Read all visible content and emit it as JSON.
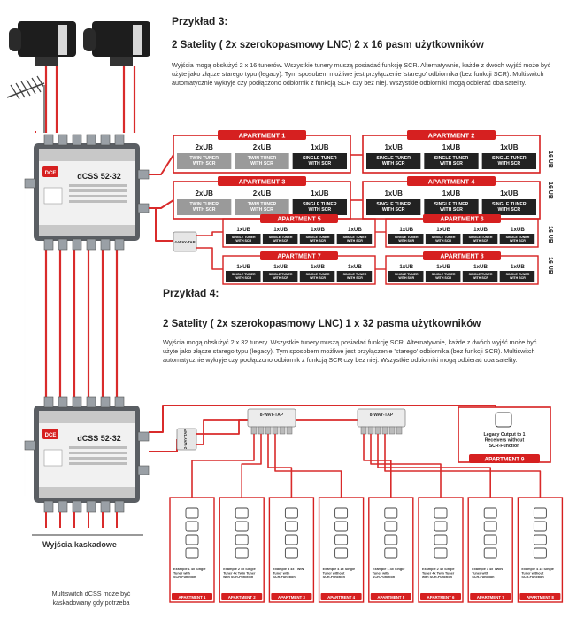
{
  "example3": {
    "heading": "Przykład 3:",
    "title": "2 Satelity ( 2x szerokopasmowy LNC) 2 x 16 pasm użytkowników",
    "description": "Wyjścia mogą obsłużyć 2 x 16 tunerów. Wszystkie tunery muszą posiadać funkcję SCR. Alternatywnie, każde z dwóch wyjść może być użyte jako złącze starego typu (legacy). Tym sposobem możliwe jest przyłączenie 'starego' odbiornika (bez funkcji SCR). Multiswitch automatycznie wykryje czy podłączono odbiornik z funkcją SCR czy bez niej. Wszystkie odbiorniki mogą odbierać oba satelity.",
    "bus_label": "16 UB",
    "tap_label": "4-WAY-TAP",
    "apartments_large": [
      {
        "title": "APARTMENT 1",
        "units": [
          {
            "ub": "2xUB",
            "type": "TWIN TUNER WITH SCR",
            "style": "grey"
          },
          {
            "ub": "2xUB",
            "type": "TWIN TUNER WITH SCR",
            "style": "grey"
          },
          {
            "ub": "1xUB",
            "type": "SINGLE TUNER WITH SCR",
            "style": "dark"
          }
        ]
      },
      {
        "title": "APARTMENT 2",
        "units": [
          {
            "ub": "1xUB",
            "type": "SINGLE TUNER WITH SCR",
            "style": "dark"
          },
          {
            "ub": "1xUB",
            "type": "SINGLE TUNER WITH SCR",
            "style": "dark"
          },
          {
            "ub": "1xUB",
            "type": "SINGLE TUNER WITH SCR",
            "style": "dark"
          }
        ]
      },
      {
        "title": "APARTMENT 3",
        "units": [
          {
            "ub": "2xUB",
            "type": "TWIN TUNER WITH SCR",
            "style": "grey"
          },
          {
            "ub": "2xUB",
            "type": "TWIN TUNER WITH SCR",
            "style": "grey"
          },
          {
            "ub": "1xUB",
            "type": "SINGLE TUNER WITH SCR",
            "style": "dark"
          }
        ]
      },
      {
        "title": "APARTMENT 4",
        "units": [
          {
            "ub": "1xUB",
            "type": "SINGLE TUNER WITH SCR",
            "style": "dark"
          },
          {
            "ub": "1xUB",
            "type": "SINGLE TUNER WITH SCR",
            "style": "dark"
          },
          {
            "ub": "1xUB",
            "type": "SINGLE TUNER WITH SCR",
            "style": "dark"
          }
        ]
      }
    ],
    "apartments_small": [
      {
        "title": "APARTMENT 5",
        "units": [
          {
            "ub": "1xUB",
            "type": "SINGLE TUNER WITH SCR"
          },
          {
            "ub": "1xUB",
            "type": "SINGLE TUNER WITH SCR"
          },
          {
            "ub": "1xUB",
            "type": "SINGLE TUNER WITH SCR"
          },
          {
            "ub": "1xUB",
            "type": "SINGLE TUNER WITH SCR"
          }
        ]
      },
      {
        "title": "APARTMENT 6",
        "units": [
          {
            "ub": "1xUB",
            "type": "SINGLE TUNER WITH SCR"
          },
          {
            "ub": "1xUB",
            "type": "SINGLE TUNER WITH SCR"
          },
          {
            "ub": "1xUB",
            "type": "SINGLE TUNER WITH SCR"
          },
          {
            "ub": "1xUB",
            "type": "SINGLE TUNER WITH SCR"
          }
        ]
      },
      {
        "title": "APARTMENT 7",
        "units": [
          {
            "ub": "1xUB",
            "type": "SINGLE TUNER WITH SCR"
          },
          {
            "ub": "1xUB",
            "type": "SINGLE TUNER WITH SCR"
          },
          {
            "ub": "1xUB",
            "type": "SINGLE TUNER WITH SCR"
          },
          {
            "ub": "1xUB",
            "type": "SINGLE TUNER WITH SCR"
          }
        ]
      },
      {
        "title": "APARTMENT 8",
        "units": [
          {
            "ub": "1xUB",
            "type": "SINGLE TUNER WITH SCR"
          },
          {
            "ub": "1xUB",
            "type": "SINGLE TUNER WITH SCR"
          },
          {
            "ub": "1xUB",
            "type": "SINGLE TUNER WITH SCR"
          },
          {
            "ub": "1xUB",
            "type": "SINGLE TUNER WITH SCR"
          }
        ]
      }
    ]
  },
  "example4": {
    "heading": "Przykład 4:",
    "title": "2 Satelity ( 2x szerokopasmowy LNC) 1 x 32 pasma użytkowników",
    "description": "Wyjścia mogą obsłużyć 2 x 32 tunery. Wszystkie tunery muszą posiadać funkcję SCR. Alternatywnie, każde z dwóch wyjść może być użyte jako złącze starego typu (legacy). Tym sposobem możliwe jest przyłączenie 'starego' odbiornika (bez funkcji SCR). Multiswitch automatycznie wykryje czy podłączono odbiornik z funkcją SCR czy bez niej. Wszystkie odbiorniki mogą odbierać oba satelity.",
    "tap_label": "8-WAY-TAP",
    "splitter_label": "2-WAY-TAP",
    "legacy": {
      "text": "Legacy Output to 1 Receivers without SCR-Function",
      "apartment": "APARTMENT 9"
    },
    "apartments": [
      {
        "title": "APARTMENT 1",
        "desc": "Example 1 4x Single Tuner with SCR-Function"
      },
      {
        "title": "APARTMENT 2",
        "desc": "Example 2 4x Single Tuner 4x Twin Tuner with SCR-Function"
      },
      {
        "title": "APARTMENT 3",
        "desc": "Example 3 4x TWIN Tuner with SCR-Function"
      },
      {
        "title": "APARTMENT 4",
        "desc": "Example 4 1x Single Tuner without SCR-Function"
      },
      {
        "title": "APARTMENT 5",
        "desc": "Example 1 4x Single Tuner with SCR-Function"
      },
      {
        "title": "APARTMENT 6",
        "desc": "Example 2 4x Single Tuner 4x Twin Tuner with SCR-Function"
      },
      {
        "title": "APARTMENT 7",
        "desc": "Example 3 4x TWIN Tuner with SCR-Function"
      },
      {
        "title": "APARTMENT 8",
        "desc": "Example 4 1x Single Tuner without SCR-Function"
      }
    ]
  },
  "device": {
    "model": "dCSS 52-32",
    "logo": "DCE"
  },
  "cascade_caption": "Wyjścia kaskadowe",
  "cascade_note": "Multiswitch dCSS może być kaskadowany gdy potrzeba",
  "colors": {
    "cable": "#d92b2b",
    "apartment_red": "#d62020",
    "device_body": "#5a5e63",
    "tuner_dark": "#222222",
    "tuner_grey": "#9a9a9a"
  }
}
